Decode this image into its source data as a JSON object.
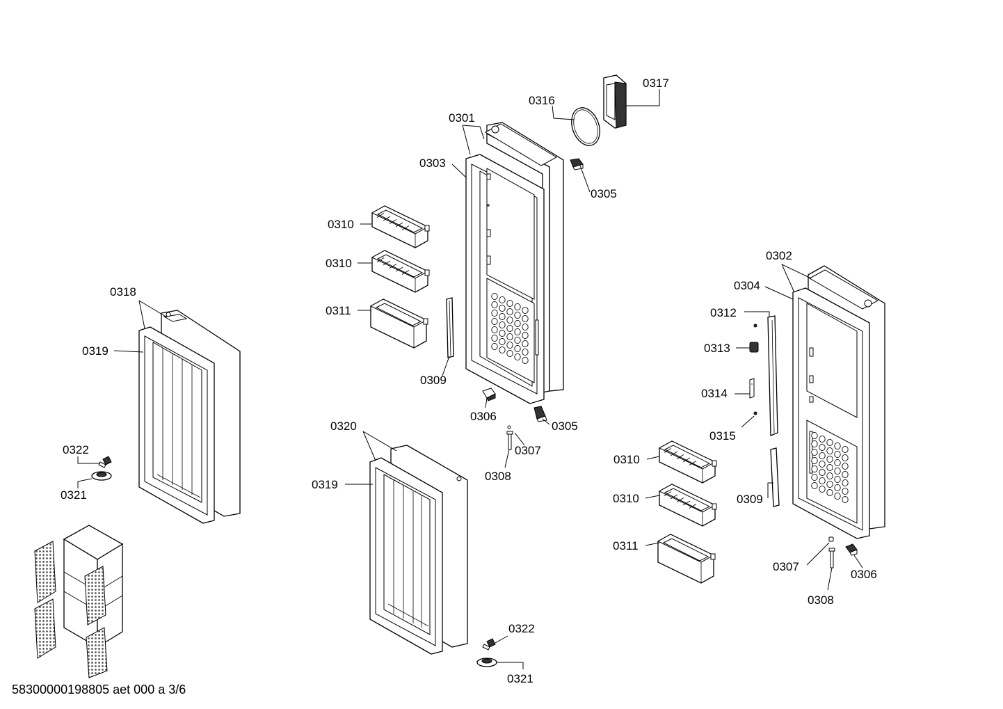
{
  "diagram": {
    "labels": {
      "l0301": "0301",
      "l0302": "0302",
      "l0303": "0303",
      "l0304": "0304",
      "l0305a": "0305",
      "l0305b": "0305",
      "l0306a": "0306",
      "l0306b": "0306",
      "l0307a": "0307",
      "l0307b": "0307",
      "l0308a": "0308",
      "l0308b": "0308",
      "l0309a": "0309",
      "l0309b": "0309",
      "l0310a": "0310",
      "l0310b": "0310",
      "l0310c": "0310",
      "l0310d": "0310",
      "l0311a": "0311",
      "l0311b": "0311",
      "l0312": "0312",
      "l0313": "0313",
      "l0314": "0314",
      "l0315": "0315",
      "l0316": "0316",
      "l0317": "0317",
      "l0318": "0318",
      "l0319a": "0319",
      "l0319b": "0319",
      "l0320": "0320",
      "l0321a": "0321",
      "l0321b": "0321",
      "l0322a": "0322",
      "l0322b": "0322"
    },
    "document_ref": "58300000198805 aet 000 a 3/6"
  }
}
